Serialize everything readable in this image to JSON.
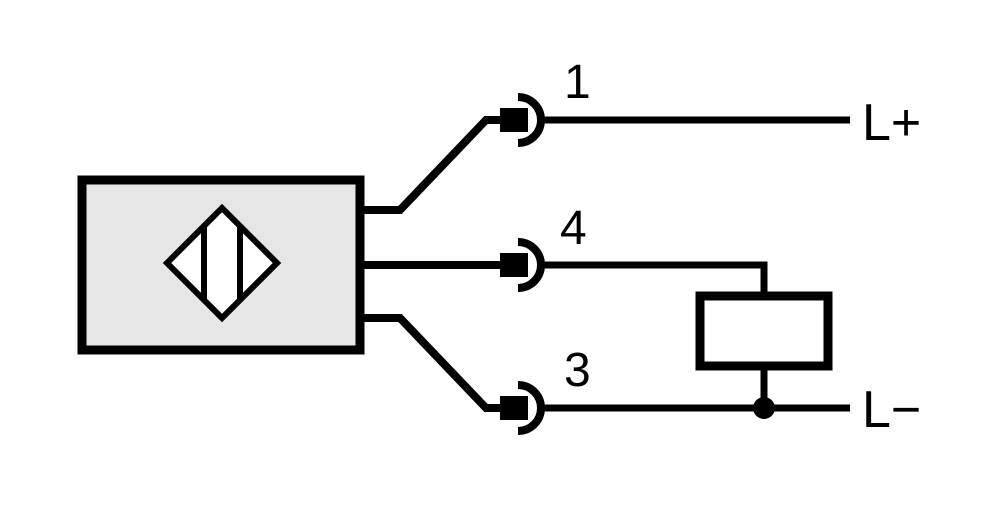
{
  "colors": {
    "line": "#000000",
    "sensor_fill": "#e6e6e6",
    "background": "#ffffff"
  },
  "pins": [
    {
      "number": "1"
    },
    {
      "number": "4"
    },
    {
      "number": "3"
    }
  ],
  "supply": {
    "positive": "L+",
    "negative": "L−"
  },
  "icons": {
    "sensor_symbol": "inductive-sensor-diamond-icon",
    "connector": "connector-socket-icon",
    "load": "load-resistor-icon",
    "junction": "junction-dot-icon"
  }
}
